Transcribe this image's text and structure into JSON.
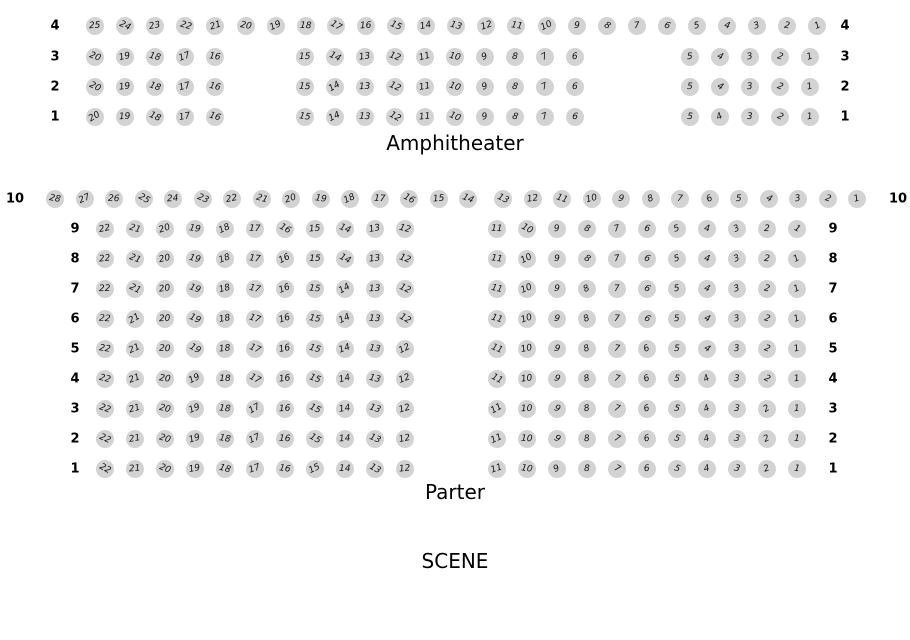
{
  "titles": {
    "amphitheater": "Amphitheater",
    "parter": "Parter",
    "scene": "SCENE"
  },
  "colors": {
    "seat_fill": "#d3d3d3",
    "seat_text": "#111111"
  },
  "amphitheater": {
    "rows": [
      {
        "label": "4",
        "blocks": [
          {
            "seats": [
              25,
              24,
              23,
              22,
              21,
              20,
              19,
              18,
              17,
              16,
              15,
              14,
              13,
              12,
              11,
              10,
              9,
              8,
              7,
              6,
              5,
              4,
              3,
              2,
              1
            ]
          }
        ]
      },
      {
        "label": "3",
        "blocks": [
          {
            "seats": [
              20,
              19,
              18,
              17,
              16
            ]
          },
          {
            "seats": [
              15,
              14,
              13,
              12,
              11,
              10,
              9,
              8,
              7,
              6
            ]
          },
          {
            "seats": [
              5,
              4,
              3,
              2,
              1
            ]
          }
        ]
      },
      {
        "label": "2",
        "blocks": [
          {
            "seats": [
              20,
              19,
              18,
              17,
              16
            ]
          },
          {
            "seats": [
              15,
              14,
              13,
              12,
              11,
              10,
              9,
              8,
              7,
              6
            ]
          },
          {
            "seats": [
              5,
              4,
              3,
              2,
              1
            ]
          }
        ]
      },
      {
        "label": "1",
        "blocks": [
          {
            "seats": [
              20,
              19,
              18,
              17,
              16
            ]
          },
          {
            "seats": [
              15,
              14,
              13,
              12,
              11,
              10,
              9,
              8,
              7,
              6
            ]
          },
          {
            "seats": [
              5,
              4,
              3,
              2,
              1
            ]
          }
        ]
      }
    ]
  },
  "parter": {
    "rows": [
      {
        "label": "10",
        "blocks": [
          {
            "seats": [
              28,
              27,
              26,
              25,
              24,
              23,
              22,
              21,
              20,
              19,
              18,
              17,
              16,
              15,
              14
            ]
          },
          {
            "seats": [
              13,
              12,
              11,
              10,
              9,
              8,
              7,
              6,
              5,
              4,
              3,
              2,
              1
            ]
          }
        ]
      },
      {
        "label": "9",
        "blocks": [
          {
            "seats": [
              22,
              21,
              20,
              19,
              18,
              17,
              16,
              15,
              14,
              13,
              12
            ]
          },
          {
            "seats": [
              11,
              10,
              9,
              8,
              7,
              6,
              5,
              4,
              3,
              2,
              1
            ]
          }
        ]
      },
      {
        "label": "8",
        "blocks": [
          {
            "seats": [
              22,
              21,
              20,
              19,
              18,
              17,
              16,
              15,
              14,
              13,
              12
            ]
          },
          {
            "seats": [
              11,
              10,
              9,
              8,
              7,
              6,
              5,
              4,
              3,
              2,
              1
            ]
          }
        ]
      },
      {
        "label": "7",
        "blocks": [
          {
            "seats": [
              22,
              21,
              20,
              19,
              18,
              17,
              16,
              15,
              14,
              13,
              12
            ]
          },
          {
            "seats": [
              11,
              10,
              9,
              8,
              7,
              6,
              5,
              4,
              3,
              2,
              1
            ]
          }
        ]
      },
      {
        "label": "6",
        "blocks": [
          {
            "seats": [
              22,
              21,
              20,
              19,
              18,
              17,
              16,
              15,
              14,
              13,
              12
            ]
          },
          {
            "seats": [
              11,
              10,
              9,
              8,
              7,
              6,
              5,
              4,
              3,
              2,
              1
            ]
          }
        ]
      },
      {
        "label": "5",
        "blocks": [
          {
            "seats": [
              22,
              21,
              20,
              19,
              18,
              17,
              16,
              15,
              14,
              13,
              12
            ]
          },
          {
            "seats": [
              11,
              10,
              9,
              8,
              7,
              6,
              5,
              4,
              3,
              2,
              1
            ]
          }
        ]
      },
      {
        "label": "4",
        "blocks": [
          {
            "seats": [
              22,
              21,
              20,
              19,
              18,
              17,
              16,
              15,
              14,
              13,
              12
            ]
          },
          {
            "seats": [
              11,
              10,
              9,
              8,
              7,
              6,
              5,
              4,
              3,
              2,
              1
            ]
          }
        ]
      },
      {
        "label": "3",
        "blocks": [
          {
            "seats": [
              22,
              21,
              20,
              19,
              18,
              17,
              16,
              15,
              14,
              13,
              12
            ]
          },
          {
            "seats": [
              11,
              10,
              9,
              8,
              7,
              6,
              5,
              4,
              3,
              2,
              1
            ]
          }
        ]
      },
      {
        "label": "2",
        "blocks": [
          {
            "seats": [
              22,
              21,
              20,
              19,
              18,
              17,
              16,
              15,
              14,
              13,
              12
            ]
          },
          {
            "seats": [
              11,
              10,
              9,
              8,
              7,
              6,
              5,
              4,
              3,
              2,
              1
            ]
          }
        ]
      },
      {
        "label": "1",
        "blocks": [
          {
            "seats": [
              22,
              21,
              20,
              19,
              18,
              17,
              16,
              15,
              14,
              13,
              12
            ]
          },
          {
            "seats": [
              11,
              10,
              9,
              8,
              7,
              6,
              5,
              4,
              3,
              2,
              1
            ]
          }
        ]
      }
    ]
  }
}
